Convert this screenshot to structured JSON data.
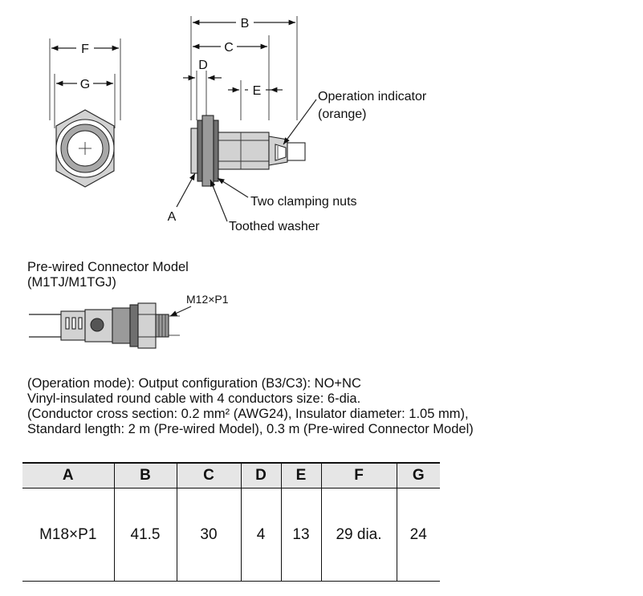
{
  "dimension_labels": {
    "b": "B",
    "c": "C",
    "d": "D",
    "e": "E",
    "f": "F",
    "g": "G",
    "a": "A"
  },
  "callouts": {
    "operation_indicator_line1": "Operation indicator",
    "operation_indicator_line2": "(orange)",
    "two_clamping_nuts": "Two clamping nuts",
    "toothed_washer": "Toothed washer"
  },
  "connector_model": {
    "title_line1": "Pre-wired Connector Model",
    "title_line2": "(M1TJ/M1TGJ)",
    "thread_label": "M12×P1"
  },
  "notes": [
    "(Operation mode): Output configuration (B3/C3): NO+NC",
    "Vinyl-insulated round cable with 4 conductors size: 6-dia.",
    "(Conductor cross section: 0.2 mm² (AWG24), Insulator diameter: 1.05 mm),",
    "Standard length: 2 m (Pre-wired Model), 0.3 m (Pre-wired Connector Model)"
  ],
  "table": {
    "headers": [
      "A",
      "B",
      "C",
      "D",
      "E",
      "F",
      "G"
    ],
    "rows": [
      [
        "M18×P1",
        "41.5",
        "30",
        "4",
        "13",
        "29 dia.",
        "24"
      ]
    ]
  }
}
